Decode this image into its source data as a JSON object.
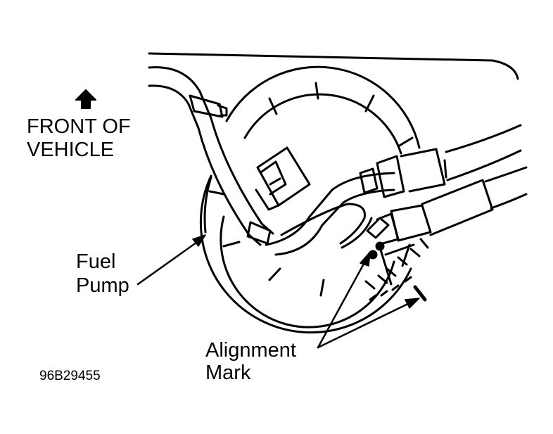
{
  "labels": {
    "front_line1": "FRONT OF",
    "front_line2": "VEHICLE",
    "fuel_line1": "Fuel",
    "fuel_line2": "Pump",
    "align_line1": "Alignment",
    "align_line2": "Mark",
    "figure_code": "96B29455"
  },
  "colors": {
    "ink": "#000000",
    "background": "#ffffff"
  }
}
